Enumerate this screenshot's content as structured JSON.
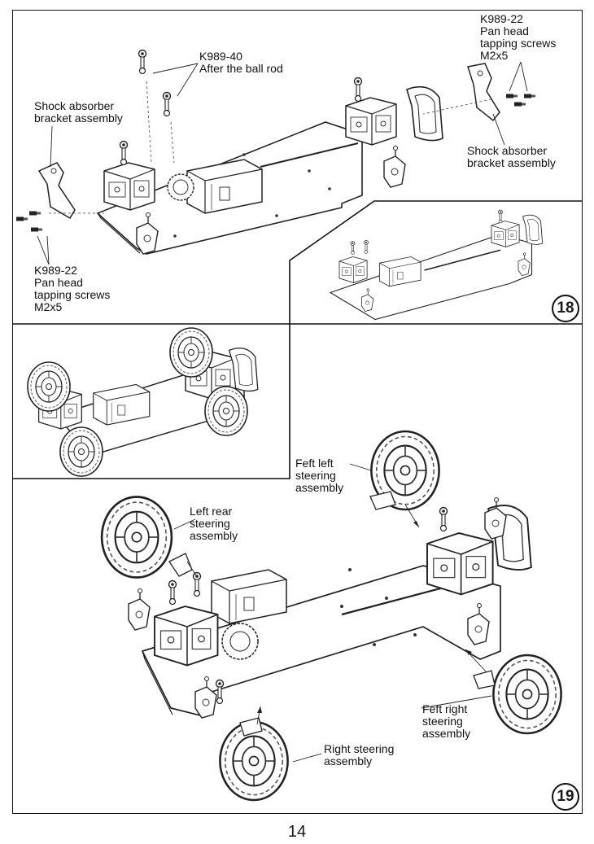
{
  "steps": {
    "step18": {
      "number": "18",
      "labels": {
        "k989_40": [
          "K989-40",
          "After the ball rod"
        ],
        "shock_left": [
          "Shock absorber",
          "bracket assembly"
        ],
        "shock_right": [
          "Shock absorber",
          "bracket assembly"
        ],
        "screws_right": [
          "K989-22",
          "Pan head",
          "tapping screws",
          "M2x5"
        ],
        "screws_left": [
          "K989-22",
          "Pan head",
          "tapping screws",
          "M2x5"
        ]
      }
    },
    "step19": {
      "number": "19",
      "labels": {
        "front_left": [
          "Feft left",
          "steering",
          "assembly"
        ],
        "left_rear": [
          "Left rear",
          "steering",
          "assembly"
        ],
        "front_right": [
          "Feft right",
          "steering",
          "assembly"
        ],
        "right_steer": [
          "Right steering",
          "assembly"
        ]
      }
    }
  },
  "page_number": "14"
}
